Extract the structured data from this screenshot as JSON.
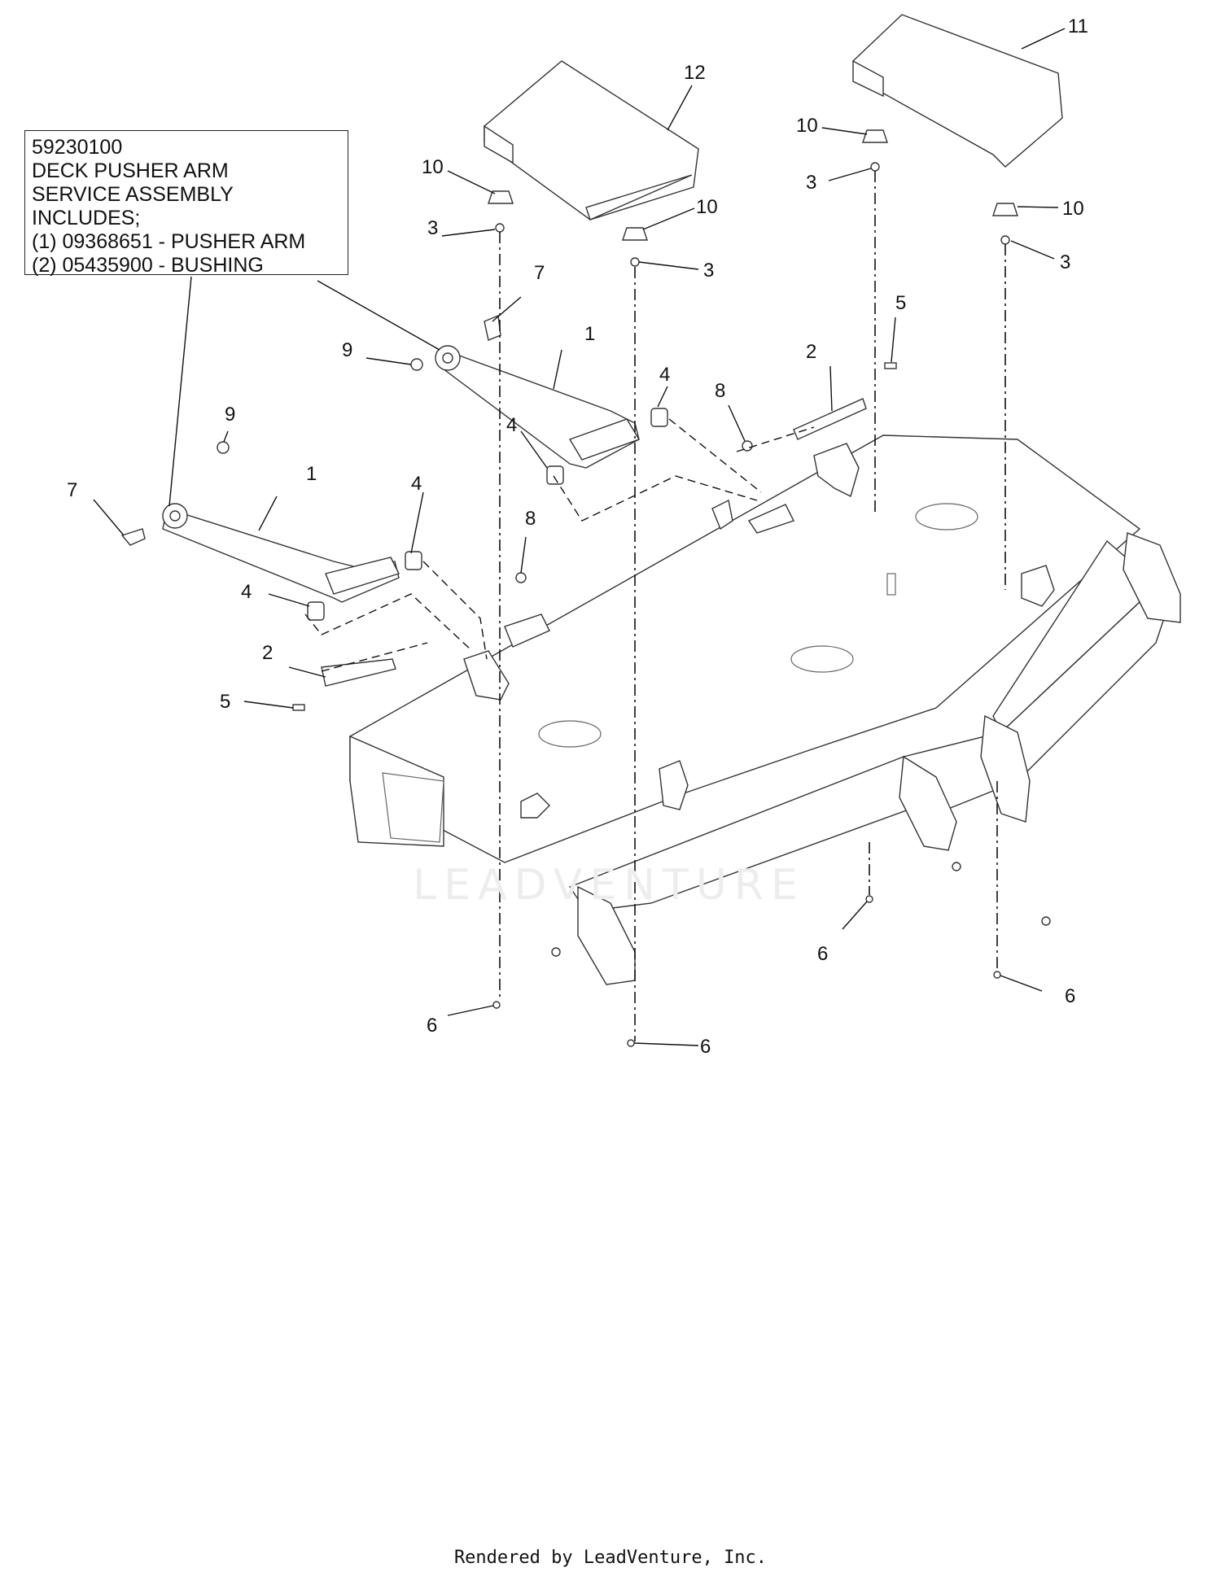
{
  "callout": {
    "lines": [
      "59230100",
      "DECK PUSHER ARM",
      "SERVICE ASSEMBLY",
      "INCLUDES;",
      "(1) 09368651 - PUSHER ARM",
      "(2) 05435900 - BUSHING"
    ]
  },
  "part_labels": {
    "l1a": "1",
    "l1b": "1",
    "l2a": "2",
    "l2b": "2",
    "l3a": "3",
    "l3b": "3",
    "l3c": "3",
    "l3d": "3",
    "l4a": "4",
    "l4b": "4",
    "l4c": "4",
    "l4d": "4",
    "l5a": "5",
    "l5b": "5",
    "l6a": "6",
    "l6b": "6",
    "l6c": "6",
    "l6d": "6",
    "l7a": "7",
    "l7b": "7",
    "l8a": "8",
    "l8b": "8",
    "l9a": "9",
    "l9b": "9",
    "l10a": "10",
    "l10b": "10",
    "l10c": "10",
    "l10d": "10",
    "l11": "11",
    "l12": "12"
  },
  "watermark": "LEADVENTURE",
  "footer": "Rendered by LeadVenture, Inc."
}
